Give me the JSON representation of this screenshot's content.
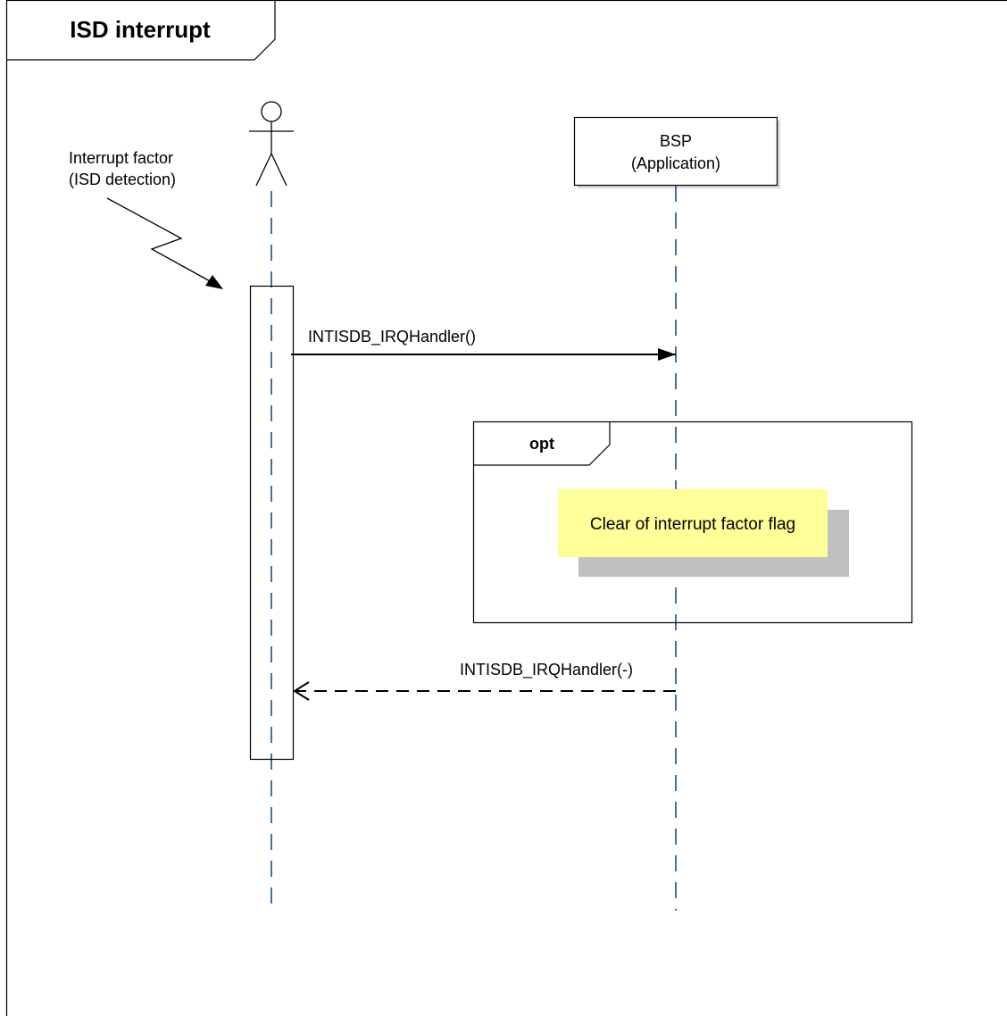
{
  "frame": {
    "title": "ISD interrupt"
  },
  "actor": {
    "note_line1": "Interrupt factor",
    "note_line2": "(ISD detection)"
  },
  "lifeline": {
    "name_line1": "BSP",
    "name_line2": "(Application)"
  },
  "messages": {
    "call_label": "INTISDB_IRQHandler()",
    "return_label": "INTISDB_IRQHandler(-)"
  },
  "fragment": {
    "operator": "opt",
    "note_text": "Clear of interrupt factor flag"
  },
  "colors": {
    "lifeline": "#41719c",
    "note_fill": "#ffff99",
    "shadow": "#c0c0c0"
  }
}
